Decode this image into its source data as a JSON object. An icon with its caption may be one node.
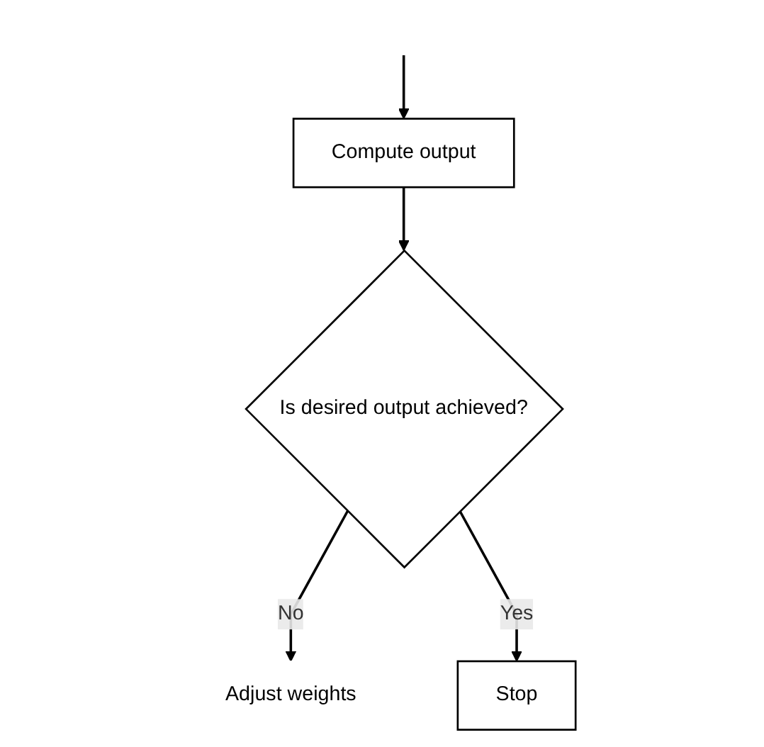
{
  "diagram": {
    "nodes": [
      {
        "text": [
          "Compute output"
        ]
      },
      {
        "text": [
          "Is desired output achieved?"
        ]
      },
      {
        "text": [
          "Adjust weights"
        ]
      },
      {
        "text": [
          "Stop"
        ]
      }
    ],
    "edges": [
      {
        "from": null,
        "to": 0,
        "arrow": "to"
      },
      {
        "from": 0,
        "to": 1,
        "arrow": "to"
      },
      {
        "from": 1,
        "to": 2,
        "label": "No",
        "arrow": "to"
      },
      {
        "from": 1,
        "to": 3,
        "label": "Yes",
        "arrow": "to"
      }
    ]
  }
}
